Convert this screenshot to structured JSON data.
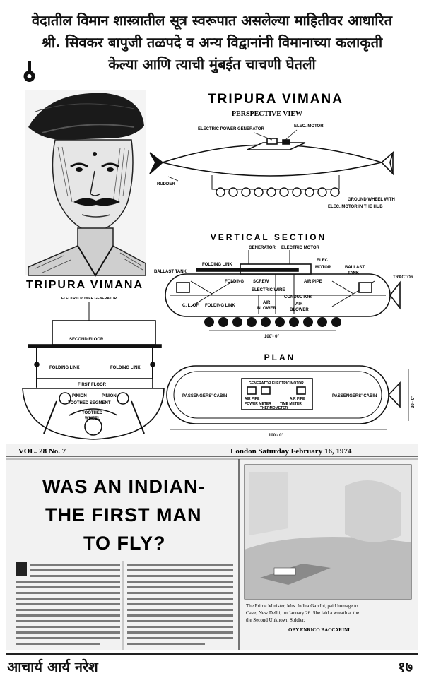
{
  "header": {
    "line1": "वेदातील विमान शास्त्रातील सूत्र स्वरूपात असलेल्या माहितीवर आधारित",
    "line2": "श्री. सिवकर बापुजी तळपदे व अन्य विद्वानांनी विमानाच्या कलाकृती",
    "line3": "केल्या आणि त्याची मुंबईत चाचणी घेतली"
  },
  "drawing": {
    "main_title": "TRIPURA VIMANA",
    "perspective_title": "PERSPECTIVE VIEW",
    "label_generator": "ELECTRIC POWER GENERATOR",
    "label_elec_motor": "ELEC. MOTOR",
    "label_rudder": "RUDDER",
    "label_ground_wheel_1": "GROUND WHEEL WITH",
    "label_ground_wheel_2": "ELEC. MOTOR IN THE HUB",
    "vertical_title": "VERTICAL SECTION",
    "vs_generator": "GENERATOR",
    "vs_electric_motor": "ELECTRIC MOTOR",
    "vs_elec": "ELEC.",
    "vs_motor": "MOTOR",
    "vs_ballast_left": "BALLAST TANK",
    "vs_folding_link": "FOLDING LINK",
    "vs_folding": "FOLDING",
    "vs_screw": "SCREW",
    "vs_air_pipe": "AIR PIPE",
    "vs_ballast_right_1": "BALLAST",
    "vs_ballast_right_2": "TANK",
    "vs_tractor": "TRACTOR",
    "vs_electric_wire": "ELECTRIC WIRE",
    "vs_conductor": "CONDUCTOR",
    "vs_cl": "C. L. OF",
    "vs_cl_folding": "FOLDING LINK",
    "vs_air_1": "AIR",
    "vs_blower_1": "BLOWER",
    "vs_air_2": "AIR",
    "vs_blower_2": "BLOWER",
    "vs_dimension": "100'- 0\"",
    "left_title": "TRIPURA VIMANA",
    "cs_generator": "ELECTRIC POWER GENERATOR",
    "cs_second_floor": "SECOND FLOOR",
    "cs_folding_link_left": "FOLDING LINK",
    "cs_folding_link_right": "FOLDING LINK",
    "cs_first_floor": "FIRST FLOOR",
    "cs_pinion": "PINION",
    "cs_pinion_2": "PINION",
    "cs_toothed_segment": "TOOTHED SEGMENT",
    "cs_toothed": "TOOTHED",
    "cs_wheel": "WHEEL",
    "plan_title": "PLAN",
    "plan_cabin_left": "PASSENGERS' CABIN",
    "plan_cabin_right": "PASSENGERS' CABIN",
    "plan_gen_motor": "GENERATOR  ELECTRIC MOTOR",
    "plan_air_pipe_1": "AIR PIPE",
    "plan_air_pipe_2": "AIR PIPE",
    "plan_power_meter": "POWER METER",
    "plan_time_meter": "TIME METER",
    "plan_thermometer": "THERMOMETER",
    "plan_dimension": "100'- 0\"",
    "plan_width": "20'- 0\""
  },
  "clipping": {
    "vol": "VOL. 28 No. 7",
    "dateline": "London  Saturday  February 16, 1974",
    "headline_1": "WAS AN INDIAN-",
    "headline_2": "THE FIRST MAN",
    "headline_3": "TO FLY?",
    "caption_1": "The Prime Minister, Mrs. Indira Gandhi, paid homage to",
    "caption_2": "Cave, New Delhi, on January 26. She laid a wreath at the",
    "caption_3": "the Second Unknown Soldier.",
    "credit": "OBY ENRICO BACCARINI"
  },
  "footer": {
    "author": "आचार्य आर्य नरेश",
    "page_number": "१७"
  }
}
